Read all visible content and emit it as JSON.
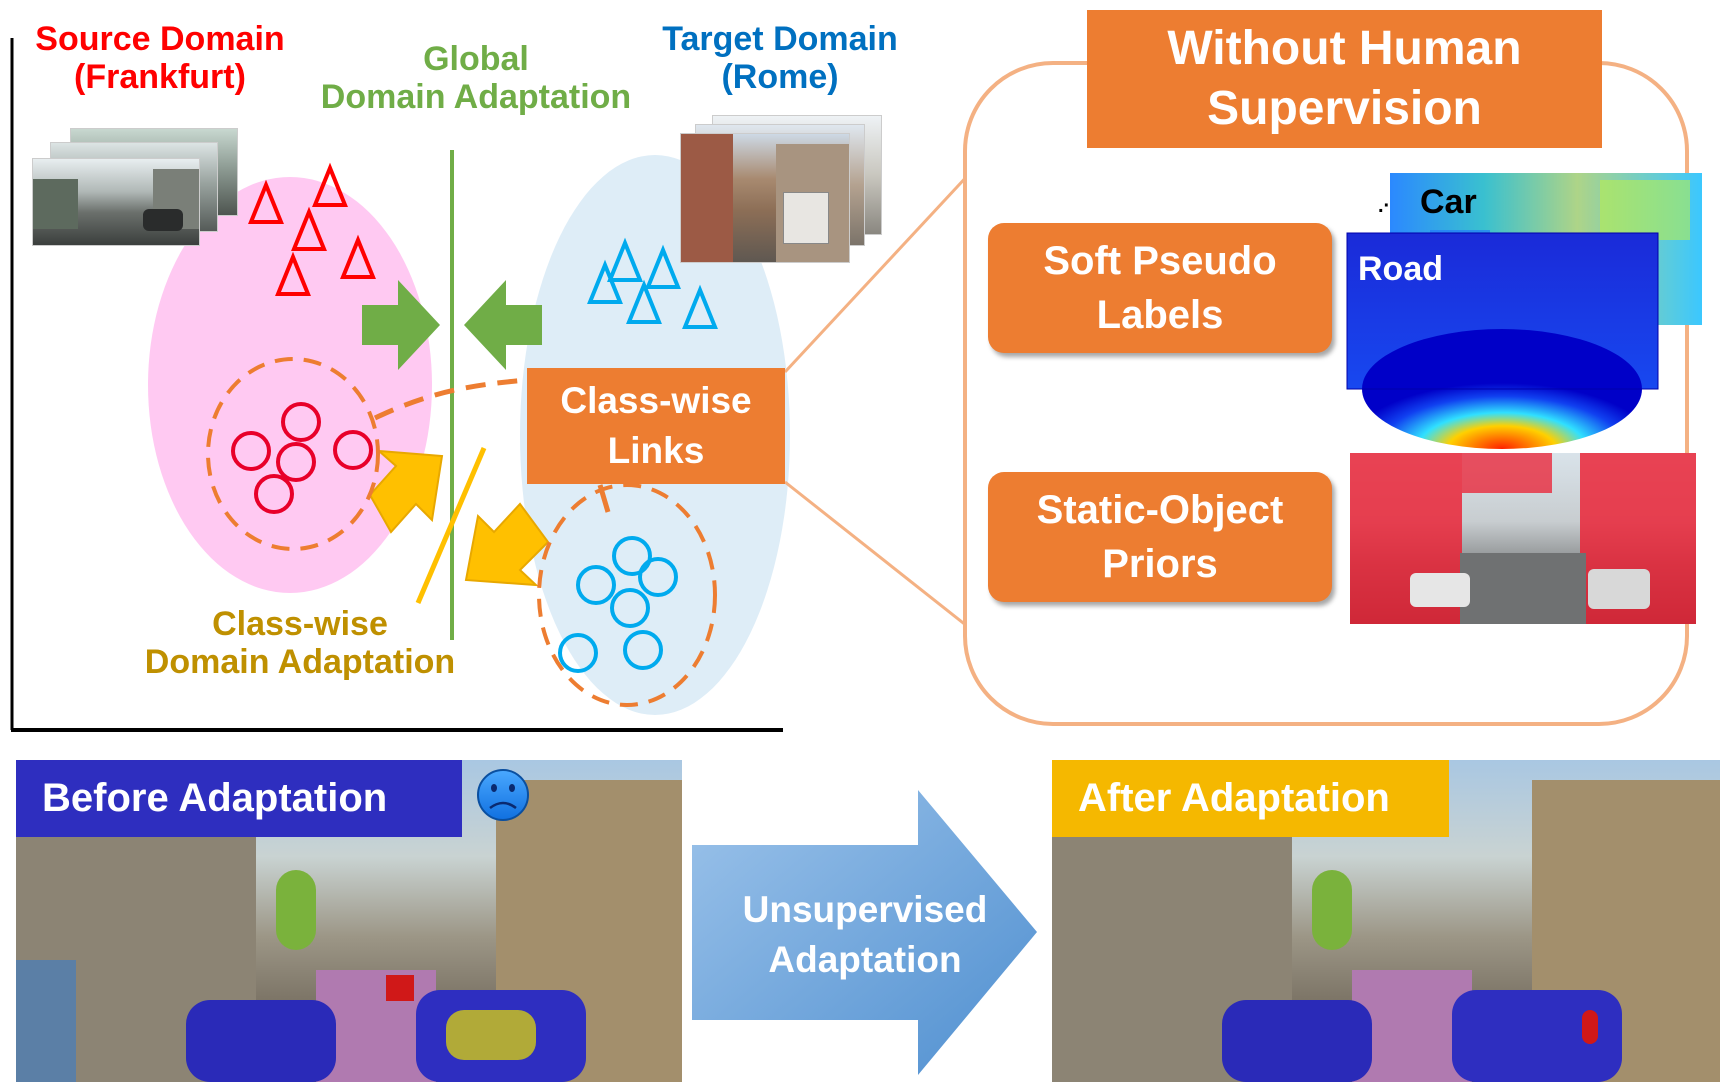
{
  "source_domain": {
    "line1": "Source Domain",
    "line2": "(Frankfurt)"
  },
  "target_domain": {
    "line1": "Target Domain",
    "line2": "(Rome)"
  },
  "global_adaptation": {
    "line1": "Global",
    "line2": "Domain Adaptation"
  },
  "classwise_adaptation": {
    "line1": "Class-wise",
    "line2": "Domain Adaptation"
  },
  "classwise_links": {
    "line1": "Class-wise",
    "line2": "Links"
  },
  "without_supervision": {
    "line1": "Without Human",
    "line2": "Supervision"
  },
  "soft_pseudo": {
    "line1": "Soft Pseudo",
    "line2": "Labels"
  },
  "heatmap_labels": {
    "car": "Car",
    "road": "Road"
  },
  "static_priors": {
    "line1": "Static-Object",
    "line2": "Priors"
  },
  "before": {
    "label": "Before Adaptation"
  },
  "after": {
    "label": "After Adaptation"
  },
  "arrow": {
    "line1": "Unsupervised",
    "line2": "Adaptation"
  },
  "colors": {
    "source": "#ff0000",
    "target": "#0099dd",
    "global": "#70ad47",
    "classwise": "#c09000",
    "orange": "#ed7d31",
    "before_banner": "#2e2ebf",
    "after_banner": "#f5b800"
  },
  "icons": {
    "sad": "sad-face-icon",
    "happy": "smiley-face-icon"
  }
}
